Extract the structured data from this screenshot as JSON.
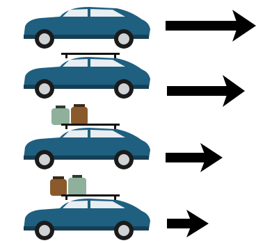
{
  "colors": {
    "body": "#1f5f7f",
    "body_dark": "#163f55",
    "window": "#e9eef2",
    "tire": "#1b1b1b",
    "rim": "#cfd3d6",
    "arrow": "#000000",
    "luggage_green": "#8fb09a",
    "luggage_brown": "#8a5a2c"
  },
  "rows": [
    {
      "roof_rack": false,
      "luggage": false,
      "arrow_strength": 4
    },
    {
      "roof_rack": true,
      "luggage": false,
      "arrow_strength": 3
    },
    {
      "roof_rack": true,
      "luggage": true,
      "arrow_strength": 2
    },
    {
      "roof_rack": true,
      "luggage": true,
      "arrow_strength": 1
    }
  ],
  "icons": [
    "car-icon",
    "roof-rack-icon",
    "luggage-icon",
    "arrow-right-icon"
  ]
}
